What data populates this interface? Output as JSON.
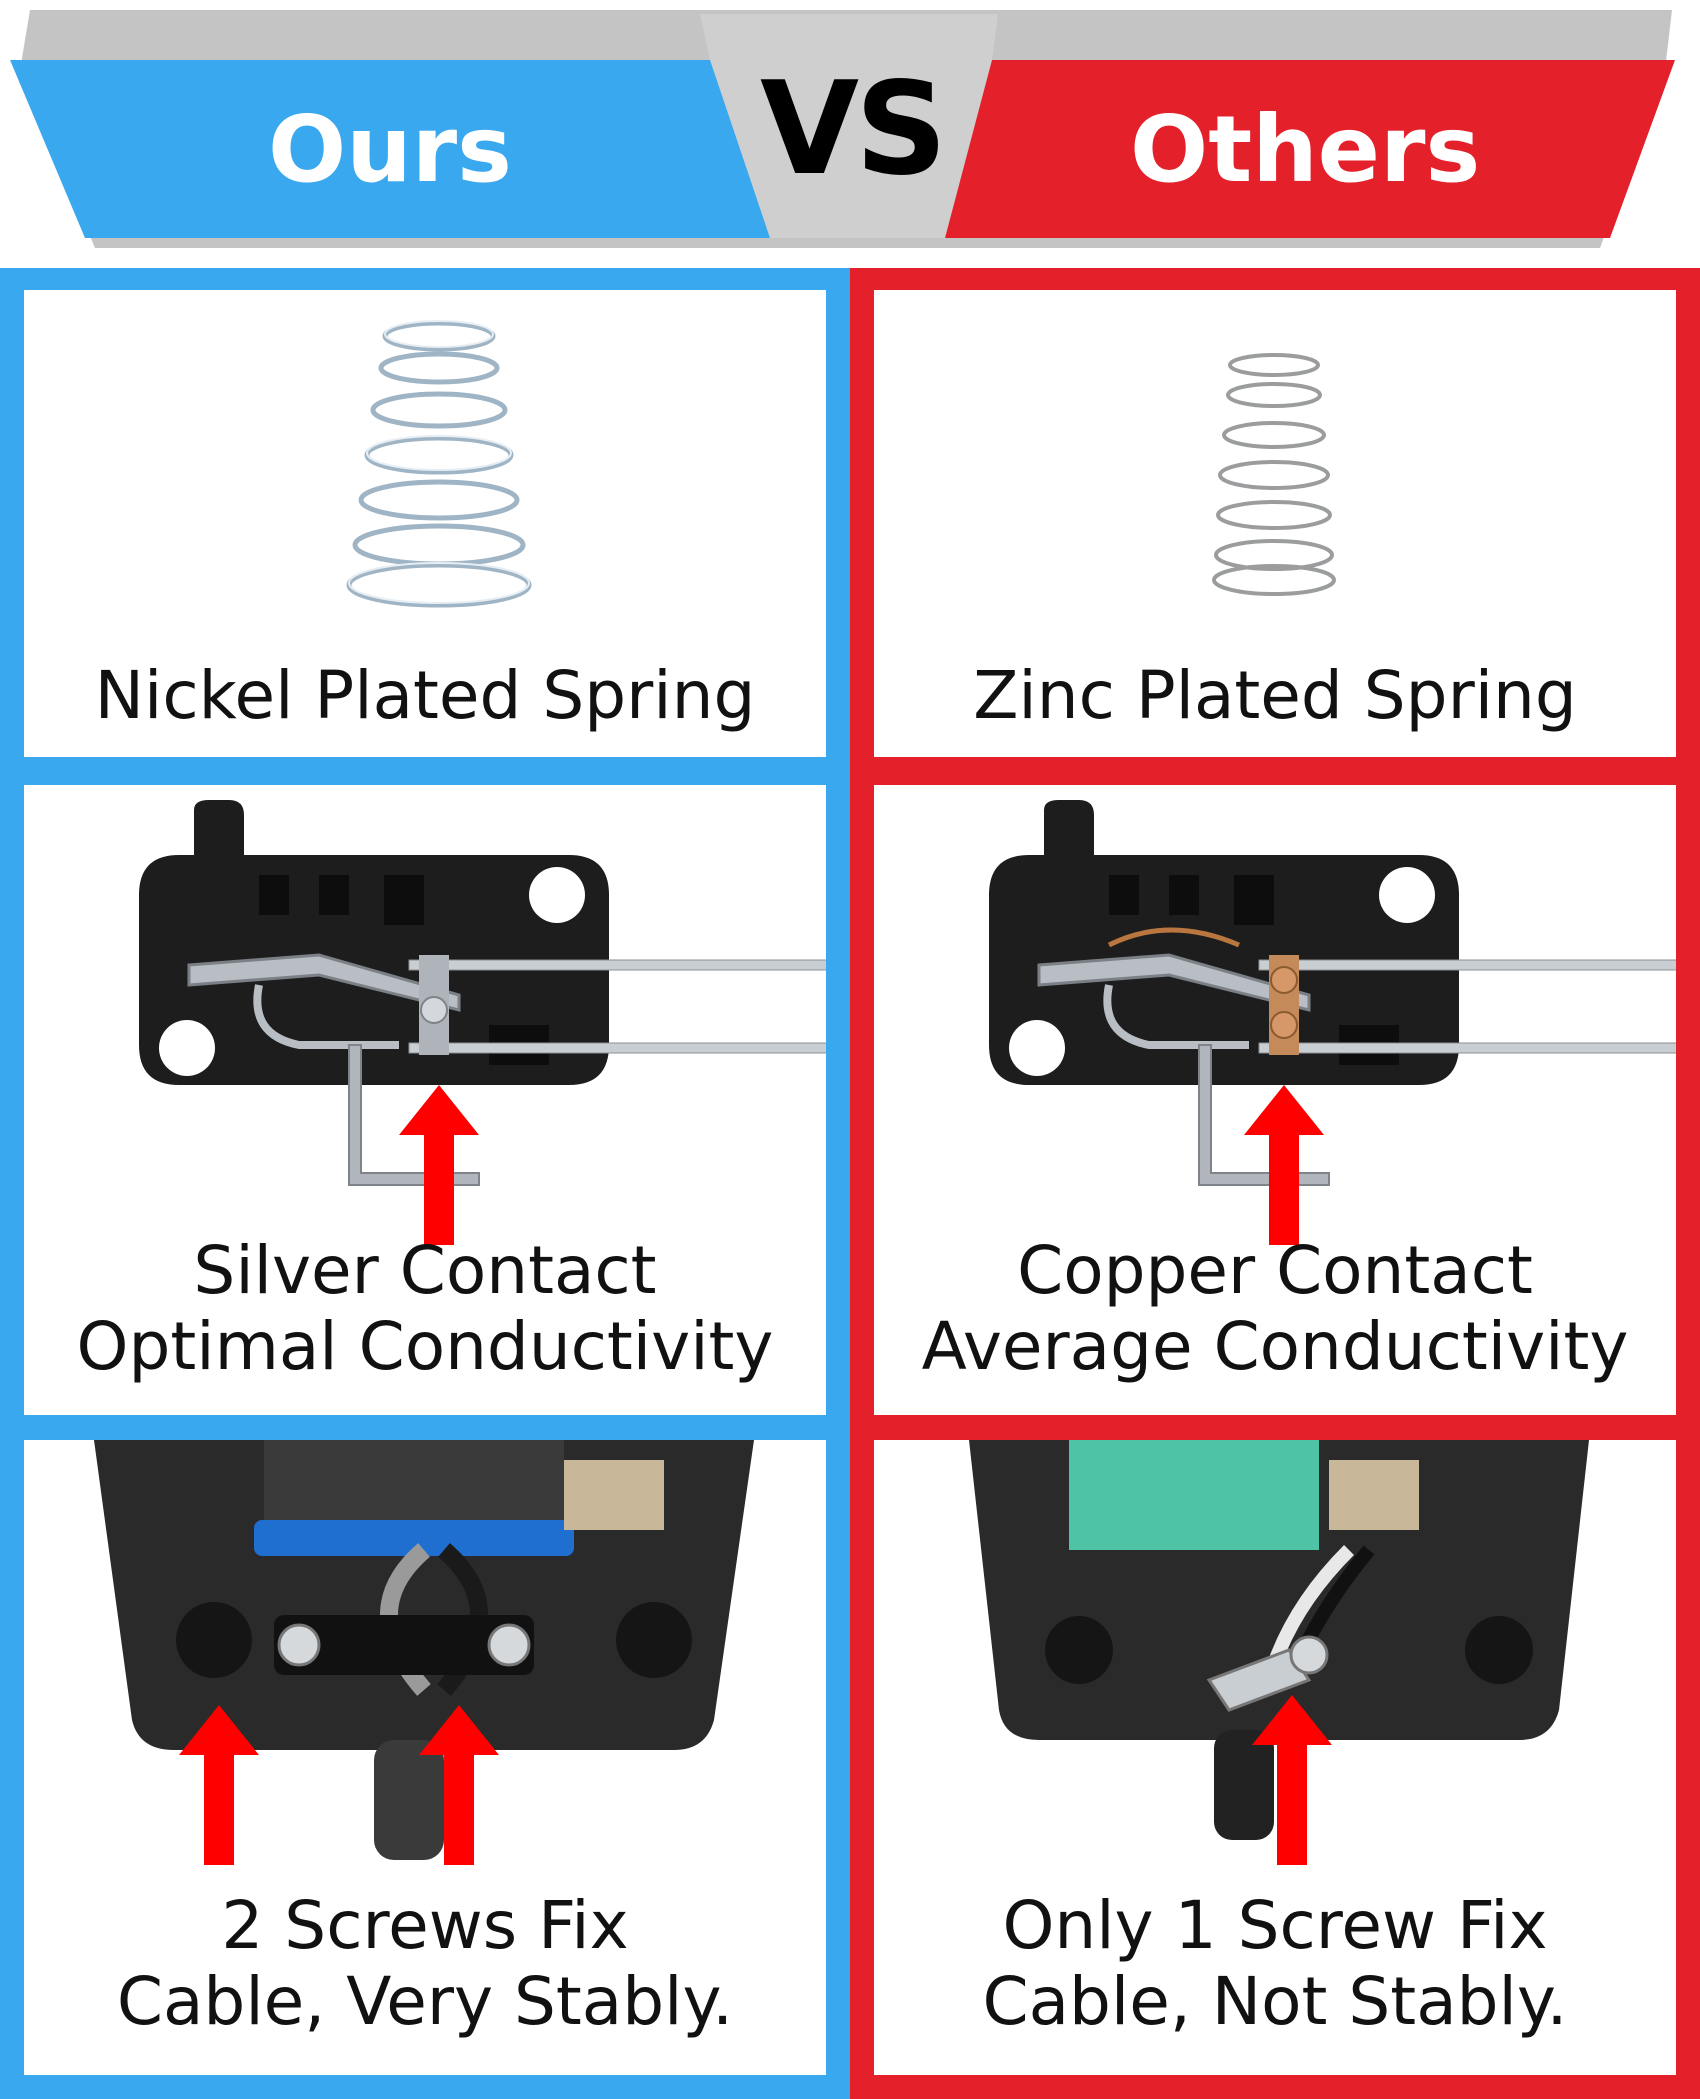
{
  "header": {
    "left_label": "Ours",
    "vs_label": "VS",
    "right_label": "Others"
  },
  "colors": {
    "ours_blue": "#39a8ee",
    "others_red": "#e4202a",
    "arrow_red": "#ff0000",
    "banner_gray": "#c8c8c8"
  },
  "ours": {
    "spring": {
      "caption": "Nickel Plated Spring"
    },
    "contact": {
      "line1": "Silver Contact",
      "line2": "Optimal Conductivity"
    },
    "cable": {
      "line1": "2 Screws Fix",
      "line2": "Cable, Very Stably."
    }
  },
  "others": {
    "spring": {
      "caption": "Zinc Plated Spring"
    },
    "contact": {
      "line1": "Copper Contact",
      "line2": "Average Conductivity"
    },
    "cable": {
      "line1": "Only 1 Screw Fix",
      "line2": "Cable, Not Stably."
    }
  }
}
